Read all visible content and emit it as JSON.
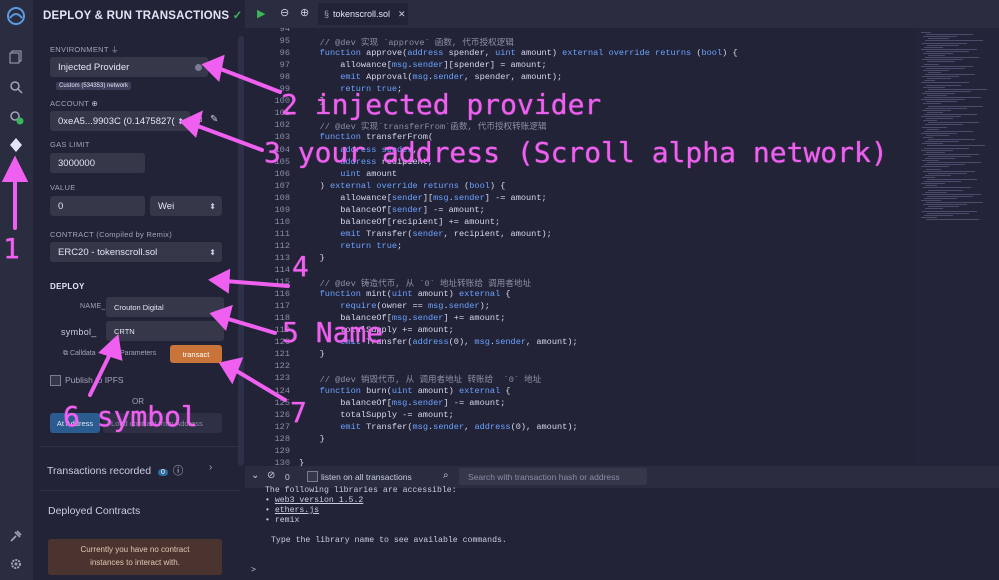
{
  "panel": {
    "title": "DEPLOY & RUN TRANSACTIONS",
    "environment_label": "ENVIRONMENT",
    "environment_value": "Injected Provider",
    "network_badge": "Custom (534353) network",
    "account_label": "ACCOUNT",
    "account_value": "0xeA5...9903C (0.1475827(",
    "gas_limit_label": "GAS LIMIT",
    "gas_limit_value": "3000000",
    "value_label": "VALUE",
    "value_amount": "0",
    "value_unit": "Wei",
    "contract_label": "CONTRACT (Compiled by Remix)",
    "contract_value": "ERC20 - tokenscroll.sol",
    "deploy_label": "DEPLOY",
    "name_param_label": "NAME_:",
    "name_param_value": "Crouton Digital",
    "symbol_param_label": "symbol_",
    "symbol_param_value": "CRTN",
    "calldata_label": "Calldata",
    "parameters_label": "Parameters",
    "transact_label": "transact",
    "publish_ipfs_label": "Publish to IPFS",
    "or_label": "OR",
    "at_address_label": "At Address",
    "load_contract_label": "Load contract from Address",
    "transactions_label": "Transactions recorded",
    "transactions_count": "0",
    "deployed_label": "Deployed Contracts",
    "notice_line1": "Currently you have no contract",
    "notice_line2": "instances to interact with."
  },
  "editor": {
    "tab_name": "tokenscroll.sol",
    "lines": [
      {
        "n": "94",
        "t": ""
      },
      {
        "n": "95",
        "t": "    // @dev 实现 `approve` 函数, 代币授权逻辑"
      },
      {
        "n": "96",
        "t": "    function approve(address spender, uint amount) external override returns (bool) {"
      },
      {
        "n": "97",
        "t": "        allowance[msg.sender][spender] = amount;"
      },
      {
        "n": "98",
        "t": "        emit Approval(msg.sender, spender, amount);"
      },
      {
        "n": "99",
        "t": "        return true;"
      },
      {
        "n": "100",
        "t": "    }"
      },
      {
        "n": "101",
        "t": ""
      },
      {
        "n": "102",
        "t": "    // @dev 实现`transferFrom`函数, 代币授权转账逻辑"
      },
      {
        "n": "103",
        "t": "    function transferFrom("
      },
      {
        "n": "104",
        "t": "        address sender,"
      },
      {
        "n": "105",
        "t": "        address recipient,"
      },
      {
        "n": "106",
        "t": "        uint amount"
      },
      {
        "n": "107",
        "t": "    ) external override returns (bool) {"
      },
      {
        "n": "108",
        "t": "        allowance[sender][msg.sender] -= amount;"
      },
      {
        "n": "109",
        "t": "        balanceOf[sender] -= amount;"
      },
      {
        "n": "110",
        "t": "        balanceOf[recipient] += amount;"
      },
      {
        "n": "111",
        "t": "        emit Transfer(sender, recipient, amount);"
      },
      {
        "n": "112",
        "t": "        return true;"
      },
      {
        "n": "113",
        "t": "    }"
      },
      {
        "n": "114",
        "t": ""
      },
      {
        "n": "115",
        "t": "    // @dev 铸造代币, 从 `0` 地址转账给 调用者地址"
      },
      {
        "n": "116",
        "t": "    function mint(uint amount) external {"
      },
      {
        "n": "117",
        "t": "        require(owner == msg.sender);"
      },
      {
        "n": "118",
        "t": "        balanceOf[msg.sender] += amount;"
      },
      {
        "n": "119",
        "t": "        totalSupply += amount;"
      },
      {
        "n": "120",
        "t": "        emit Transfer(address(0), msg.sender, amount);"
      },
      {
        "n": "121",
        "t": "    }"
      },
      {
        "n": "122",
        "t": ""
      },
      {
        "n": "123",
        "t": "    // @dev 销毁代币, 从 调用者地址 转账给  `0` 地址"
      },
      {
        "n": "124",
        "t": "    function burn(uint amount) external {"
      },
      {
        "n": "125",
        "t": "        balanceOf[msg.sender] -= amount;"
      },
      {
        "n": "126",
        "t": "        totalSupply -= amount;"
      },
      {
        "n": "127",
        "t": "        emit Transfer(msg.sender, address(0), amount);"
      },
      {
        "n": "128",
        "t": "    }"
      },
      {
        "n": "129",
        "t": ""
      },
      {
        "n": "130",
        "t": "}"
      }
    ]
  },
  "terminal": {
    "count": "0",
    "listen_label": "listen on all transactions",
    "search_placeholder": "Search with transaction hash or address",
    "line1": "The following libraries are accessible:",
    "lib1": "web3 version 1.5.2",
    "lib2": "ethers.js",
    "lib3": "remix",
    "help": "Type the library name to see available commands.",
    "prompt": ">"
  },
  "annotations": {
    "a1": "1",
    "a2": "2 injected provider",
    "a3": "3 your address (Scroll alpha network)",
    "a4": "4",
    "a5": "5 Name",
    "a6": "6 symbol",
    "a7": "7"
  },
  "colors": {
    "accent": "#c97539",
    "annotation": "#f060f0",
    "background": "#222336"
  }
}
